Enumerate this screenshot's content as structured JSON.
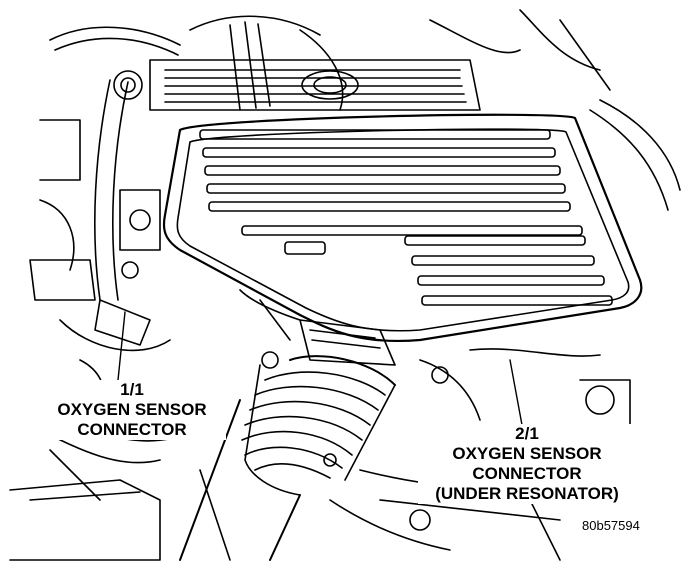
{
  "labels": {
    "left": {
      "line1": "1/1",
      "line2": "OXYGEN SENSOR",
      "line3": "CONNECTOR"
    },
    "right": {
      "line1": "2/1",
      "line2": "OXYGEN SENSOR",
      "line3": "CONNECTOR",
      "line4": "(UNDER RESONATOR)"
    }
  },
  "figure_id": "80b57594",
  "colors": {
    "ink": "#000000",
    "paper": "#ffffff"
  }
}
